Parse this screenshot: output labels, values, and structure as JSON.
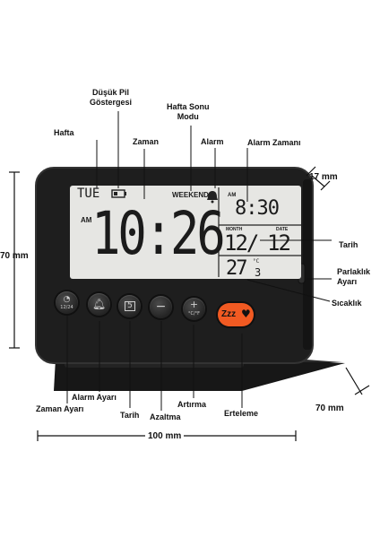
{
  "labels": {
    "hafta": "Hafta",
    "dusuk_pil": "Düşük Pil\nGöstergesi",
    "hafta_sonu": "Hafta Sonu\nModu",
    "zaman": "Zaman",
    "alarm": "Alarm",
    "alarm_zamani": "Alarm Zamanı",
    "tarih_right": "Tarih",
    "parlaklik": "Parlaklık\nAyarı",
    "sicaklik": "Sıcaklık",
    "zaman_ayari": "Zaman Ayarı",
    "alarm_ayari": "Alarm Ayarı",
    "tarih_bottom": "Tarih",
    "azaltma": "Azaltma",
    "artirma": "Artırma",
    "erteleme": "Erteleme"
  },
  "dimensions": {
    "height": "70 mm",
    "depth": "17 mm",
    "width": "100 mm",
    "base": "70 mm"
  },
  "display": {
    "weekday": "TUE",
    "weekend": "WEEKEND",
    "am_main": "AM",
    "time": "10:26",
    "am_alarm": "AM",
    "alarm_time": "8:30",
    "month_label": "MONTH",
    "date_label": "DATE",
    "month": "12/",
    "date": "12",
    "temp_whole": "27",
    "temp_dec": "3",
    "temp_unit": "°C"
  },
  "buttons": {
    "time_set": "12/24",
    "calendar_glyph": "5",
    "plus_unit": "°C/°F",
    "snooze": "Zzz"
  },
  "colors": {
    "body": "#1e1e1e",
    "lcd": "#e6e6e3",
    "snooze": "#f15a22"
  }
}
